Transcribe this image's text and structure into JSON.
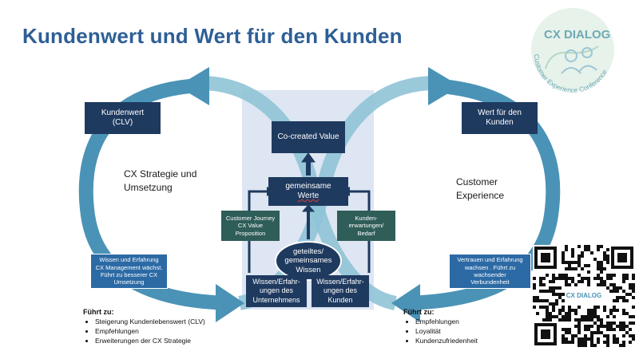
{
  "title": "Kundenwert und Wert für den Kunden",
  "logo": {
    "main": "CX DIALOG",
    "arc": "Customer Experience Conference",
    "colors": {
      "circle": "#e6f2ea",
      "text": "#6fa9b5",
      "mark": "#b6d9c4"
    }
  },
  "boxes": {
    "kundenwert": "Kundenwert\n(CLV)",
    "wert_kunden": "Wert für den\nKunden",
    "co_created": "Co-created Value",
    "gemeinsame_werte_1": "gemeinsame",
    "gemeinsame_werte_2": "Werte",
    "customer_journey": "Customer Journey\nCX Value\nProposition",
    "kundenerwartungen": "Kunden-\nerwartungen/\nBedarf",
    "geteiltes_wissen": "geteiltes/\ngemeinsames\nWissen",
    "wissen_unternehmen": "Wissen/Erfahr-\nungen des\nUnternehmens",
    "wissen_kunden": "Wissen/Erfahr-\nungen des\nKunden",
    "wissen_links": "Wissen und  Erfahrung\nCX Management wächst.\nFührt zu besserer CX\nUmsetzung",
    "vertrauen_rechts": "Vertrauen und Erfahrung\nwachsen . Führt zu\nwachsender\nVerbundenheit"
  },
  "labels": {
    "cx_strategie": "CX Strategie und\nUmsetzung",
    "customer_experience": "Customer\nExperience"
  },
  "left_list": {
    "heading": "Führt zu:",
    "items": [
      "Steigerung Kundenlebenswert (CLV)",
      "Empfehlungen",
      "Erweiterungen der CX Strategie"
    ]
  },
  "right_list": {
    "heading": "Führt zu:",
    "items": [
      "Empfehlungen",
      "Loyalität",
      "Kundenzufriedenheit"
    ]
  },
  "qr": {
    "overlay_text": "CX DIALOG"
  },
  "colors": {
    "title": "#2e5f96",
    "ring": "#4a93b6",
    "ring_light": "#8fc3d6",
    "dark_box": "#1f3a5f",
    "green_box": "#2f5d57",
    "blue_box": "#2c6aa5",
    "center_bg": "#dde6f2"
  }
}
